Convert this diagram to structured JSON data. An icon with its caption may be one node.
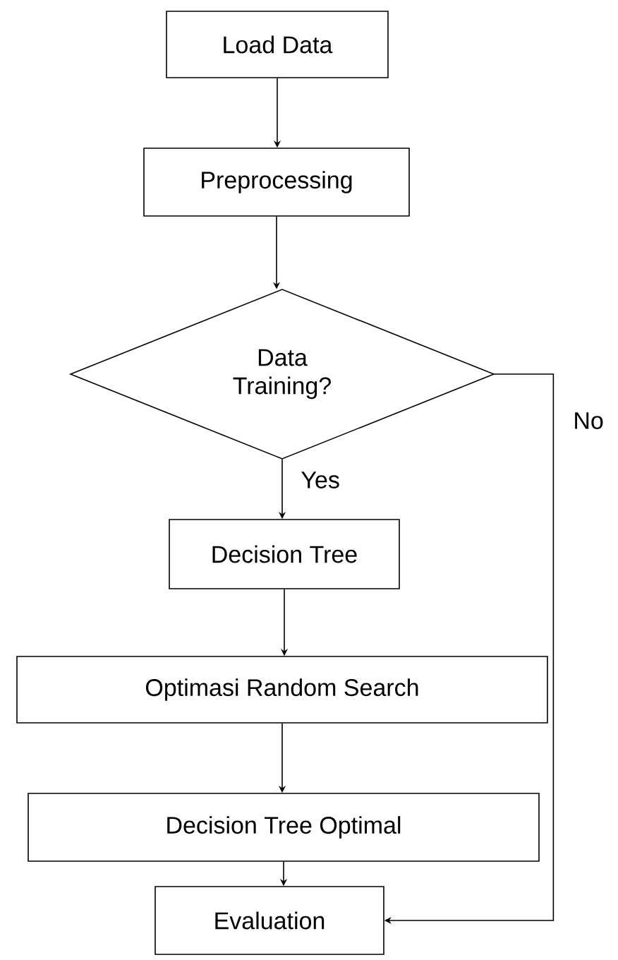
{
  "diagram": {
    "nodes": [
      {
        "text": [
          "Load Data"
        ]
      },
      {
        "text": [
          "Preprocessing"
        ]
      },
      {
        "text": [
          "Data Training?"
        ]
      },
      {
        "text": [
          "Decision Tree"
        ]
      },
      {
        "text": [
          "Optimasi Random Search"
        ]
      },
      {
        "text": [
          "Decision Tree Optimal"
        ]
      },
      {
        "text": [
          "Evaluation"
        ]
      }
    ],
    "edges": [
      {
        "from": 0,
        "to": 1,
        "arrow": "to"
      },
      {
        "from": 1,
        "to": 2,
        "arrow": "to"
      },
      {
        "from": 2,
        "to": 3,
        "arrow": "to",
        "label": "Yes"
      },
      {
        "from": 3,
        "to": 4,
        "arrow": "to"
      },
      {
        "from": 4,
        "to": 5,
        "arrow": "to"
      },
      {
        "from": 5,
        "to": 6,
        "arrow": "to"
      },
      {
        "from": 2,
        "to": 6,
        "arrow": "to",
        "label": "No"
      }
    ]
  }
}
